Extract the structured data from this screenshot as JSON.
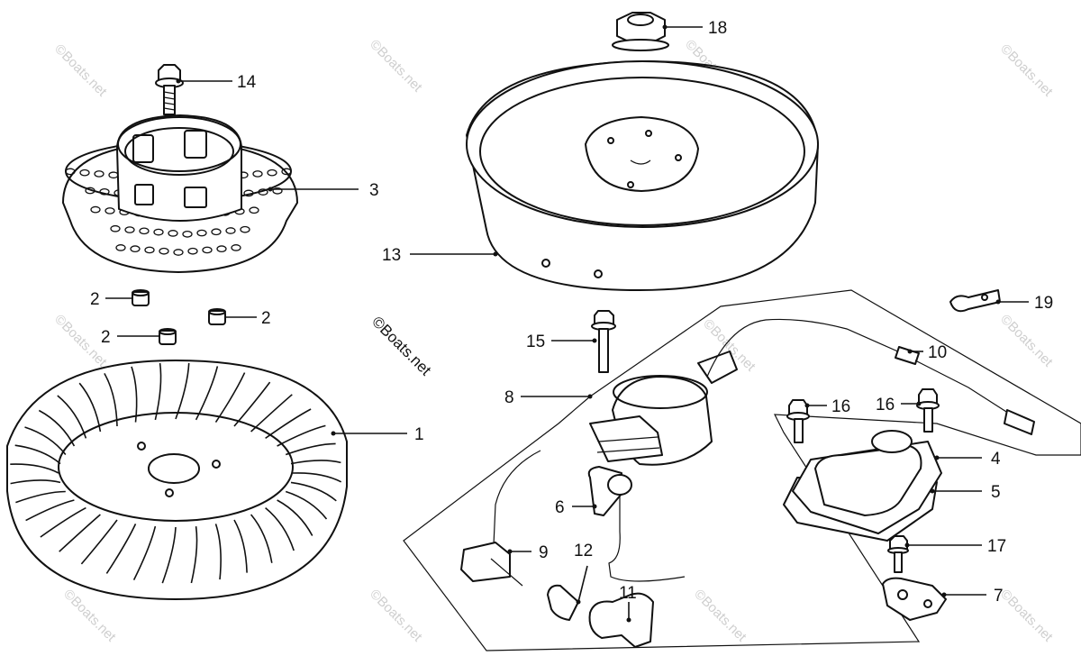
{
  "watermark": {
    "main": "©Boats.net",
    "repeat": "©Boats.net"
  },
  "callouts": {
    "c1": "1",
    "c2a": "2",
    "c2b": "2",
    "c2c": "2",
    "c3": "3",
    "c4": "4",
    "c5": "5",
    "c6": "6",
    "c7": "7",
    "c8": "8",
    "c9": "9",
    "c10": "10",
    "c11": "11",
    "c12": "12",
    "c13": "13",
    "c14": "14",
    "c15": "15",
    "c16a": "16",
    "c16b": "16",
    "c17": "17",
    "c18": "18",
    "c19": "19"
  },
  "parts": [
    {
      "id": "fan",
      "icon": "cooling-fan-icon"
    },
    {
      "id": "collar",
      "icon": "spacer-collar-icon"
    },
    {
      "id": "starter-pulley",
      "icon": "perforated-pulley-icon"
    },
    {
      "id": "pulser-cover",
      "icon": "cover-icon"
    },
    {
      "id": "gasket",
      "icon": "gasket-icon"
    },
    {
      "id": "clamp",
      "icon": "clamp-icon"
    },
    {
      "id": "breaker-point",
      "icon": "contact-breaker-icon"
    },
    {
      "id": "ignition-coil",
      "icon": "ignition-coil-icon"
    },
    {
      "id": "plug-cap",
      "icon": "spark-plug-cap-icon"
    },
    {
      "id": "cord",
      "icon": "cord-icon"
    },
    {
      "id": "boot",
      "icon": "rubber-boot-icon"
    },
    {
      "id": "terminal",
      "icon": "terminal-icon"
    },
    {
      "id": "flywheel",
      "icon": "flywheel-icon"
    },
    {
      "id": "bolt",
      "icon": "flange-bolt-icon"
    },
    {
      "id": "nut",
      "icon": "flange-nut-icon"
    },
    {
      "id": "cord-clamp",
      "icon": "cord-clamp-icon"
    }
  ]
}
